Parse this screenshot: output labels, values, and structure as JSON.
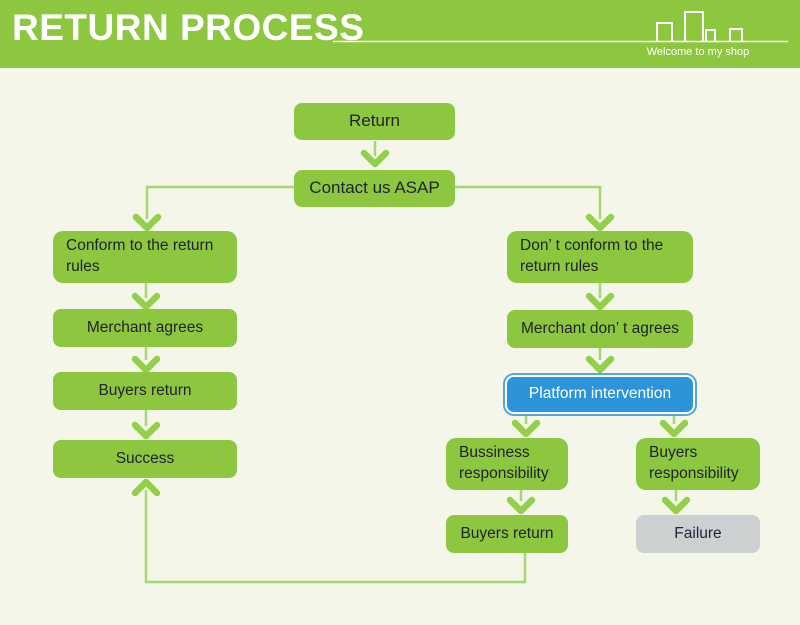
{
  "header": {
    "title": "RETURN PROCESS",
    "tagline": "Welcome to my shop"
  },
  "flow": {
    "nodes": {
      "return": "Return",
      "contact": "Contact us ASAP",
      "conform_rules": "Conform to the return rules",
      "merchant_agrees": "Merchant agrees",
      "buyers_return_left": "Buyers return",
      "success": "Success",
      "dont_conform_rules": "Don’ t conform to the return rules",
      "merchant_dont_agrees": "Merchant don’ t agrees",
      "platform_intervention": "Platform intervention",
      "business_responsibility": "Bussiness responsibility",
      "buyers_responsibility": "Buyers responsibility",
      "buyers_return_right": "Buyers return",
      "failure": "Failure"
    }
  },
  "colors": {
    "header_green": "#8dc63f",
    "node_green": "#8dc63f",
    "node_blue": "#2e94d9",
    "node_blue_ring": "#51a7de",
    "node_gray": "#cdd0d1",
    "connector_line": "#a6d871",
    "arrowhead": "#94cf49",
    "background": "#f4f6ea",
    "text_dark": "#20242c",
    "text_light": "#ffffff"
  }
}
